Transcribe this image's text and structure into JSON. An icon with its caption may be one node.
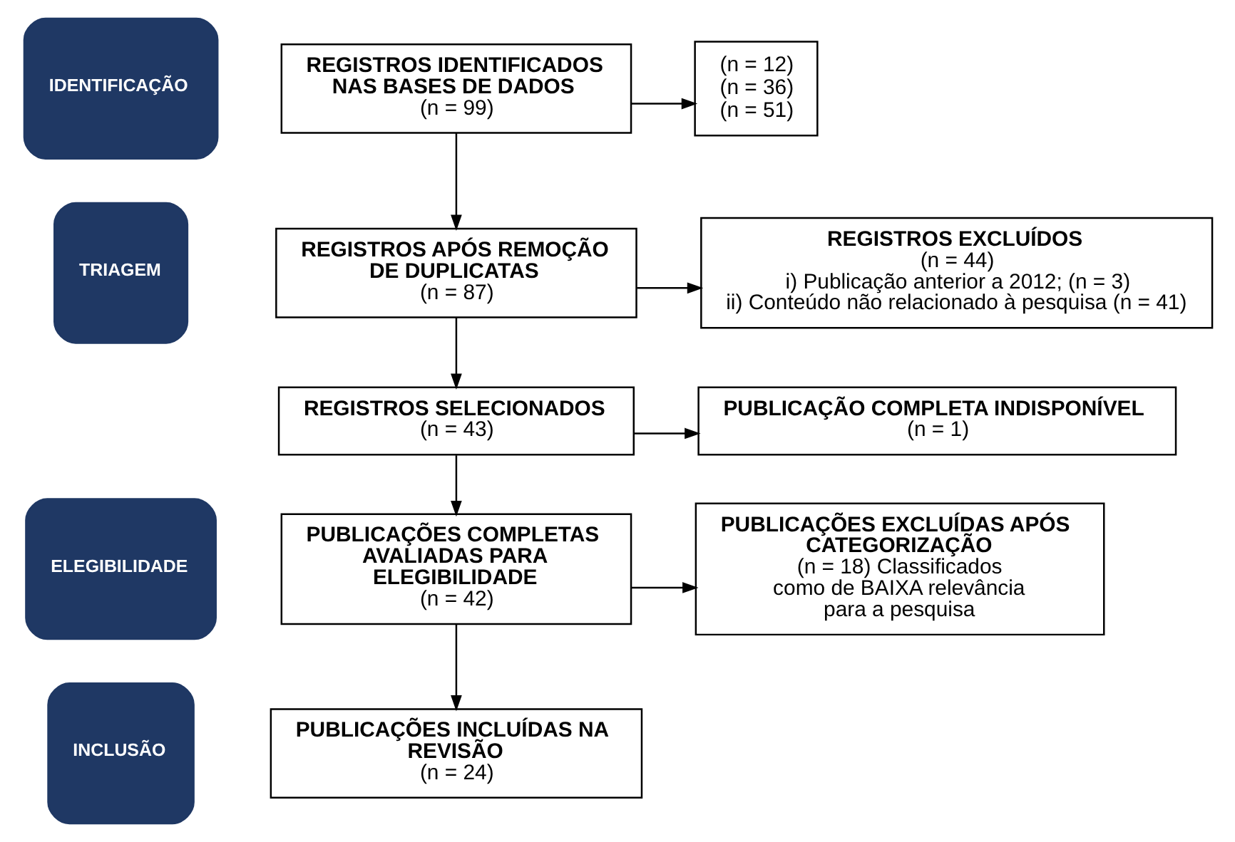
{
  "diagram": {
    "nodes": [
      {
        "text": [
          "IDENTIFICAÇÃO"
        ]
      },
      {
        "text": [
          "REGISTROS IDENTIFICADOS NAS BASES DE DADOS",
          "(n = 99)"
        ]
      },
      {
        "text": [
          "(n = 12)",
          "(n = 36)",
          "(n = 51)"
        ]
      },
      {
        "text": [
          "TRIAGEM"
        ]
      },
      {
        "text": [
          "REGISTROS APÓS REMOÇÃO DE DUPLICATAS",
          "(n = 87)"
        ]
      },
      {
        "text": [
          "REGISTROS EXCLUÍDOS",
          "(n = 44)",
          "i) Publicação anterior a 2012; (n = 3)",
          "ii) Conteúdo não relacionado à pesquisa (n = 41)"
        ]
      },
      {
        "text": [
          "REGISTROS SELECIONADOS",
          "(n = 43)"
        ]
      },
      {
        "text": [
          "PUBLICAÇÃO COMPLETA INDISPONÍVEL",
          "(n = 1)"
        ]
      },
      {
        "text": [
          "ELEGIBILIDADE"
        ]
      },
      {
        "text": [
          "PUBLICAÇÕES COMPLETAS AVALIADAS PARA ELEGIBILIDADE",
          "(n = 42)"
        ]
      },
      {
        "text": [
          "PUBLICAÇÕES EXCLUÍDAS APÓS CATEGORIZAÇÃO",
          "(n = 18) Classificados como de BAIXA relevância para a pesquisa"
        ]
      },
      {
        "text": [
          "INCLUSÃO"
        ]
      },
      {
        "text": [
          "PUBLICAÇÕES INCLUÍDAS NA REVISÃO",
          "(n = 24)"
        ]
      }
    ],
    "edges": [
      {
        "from": 1,
        "to": 2,
        "arrow": "to"
      },
      {
        "from": 1,
        "to": 4,
        "arrow": "to"
      },
      {
        "from": 4,
        "to": 5,
        "arrow": "to"
      },
      {
        "from": 4,
        "to": 6,
        "arrow": "to"
      },
      {
        "from": 6,
        "to": 7,
        "arrow": "to"
      },
      {
        "from": 6,
        "to": 9,
        "arrow": "to"
      },
      {
        "from": 9,
        "to": 10,
        "arrow": "to"
      },
      {
        "from": 9,
        "to": 12,
        "arrow": "to"
      }
    ]
  }
}
